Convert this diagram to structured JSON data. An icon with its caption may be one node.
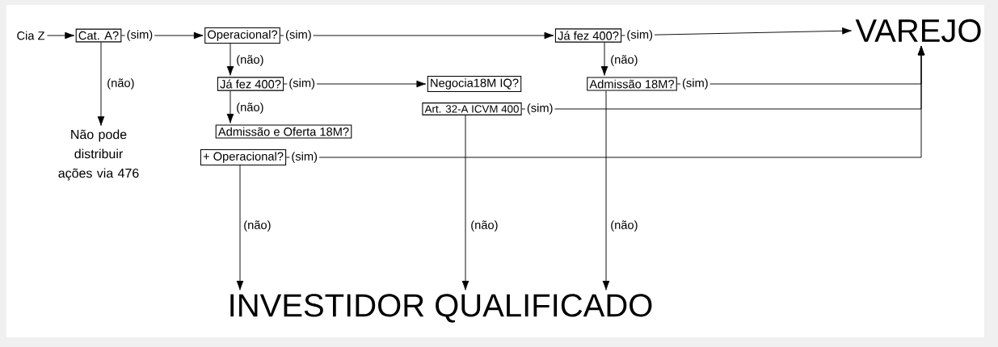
{
  "diagram": {
    "nodes": [
      {
        "text": [
          "Cia Z"
        ]
      },
      {
        "text": [
          "Cat. A?"
        ]
      },
      {
        "text": [
          "Operacional?"
        ]
      },
      {
        "text": [
          "Já fez 400?"
        ]
      },
      {
        "text": [
          "VAREJO"
        ]
      },
      {
        "text": [
          "Já fez 400?"
        ]
      },
      {
        "text": [
          "Negocia18M IQ?"
        ]
      },
      {
        "text": [
          "Admissão 18M?"
        ]
      },
      {
        "text": [
          "Art. 32-A ICVM 400"
        ]
      },
      {
        "text": [
          "Não pode distribuir ações via 476"
        ]
      },
      {
        "text": [
          "Admissão e Oferta 18M?"
        ]
      },
      {
        "text": [
          "+ Operacional?"
        ]
      },
      {
        "text": [
          "INVESTIDOR QUALIFICADO"
        ]
      }
    ],
    "edges": [
      {
        "from": 0,
        "to": 1,
        "arrow": "to"
      },
      {
        "from": 1,
        "to": 2,
        "arrow": "to",
        "label": "(sim)"
      },
      {
        "from": 2,
        "to": 3,
        "arrow": "to",
        "label": "(sim)"
      },
      {
        "from": 3,
        "to": 4,
        "arrow": "to",
        "label": "(sim)"
      },
      {
        "from": 2,
        "to": 5,
        "arrow": "to",
        "label": "(não)"
      },
      {
        "from": 5,
        "to": 6,
        "arrow": "to",
        "label": "(sim)"
      },
      {
        "from": 3,
        "to": 7,
        "arrow": "to",
        "label": "(não)"
      },
      {
        "from": 7,
        "to": 4,
        "arrow": "to",
        "label": "(sim)"
      },
      {
        "from": 8,
        "to": 4,
        "arrow": "to",
        "label": "(sim)"
      },
      {
        "from": 5,
        "to": 10,
        "arrow": "to",
        "label": "(não)"
      },
      {
        "from": 11,
        "to": 4,
        "arrow": "to",
        "label": "(sim)"
      },
      {
        "from": 1,
        "to": 9,
        "arrow": "to",
        "label": "(não)"
      },
      {
        "from": 11,
        "to": 12,
        "arrow": "to",
        "label": "(não)"
      },
      {
        "from": 8,
        "to": 12,
        "arrow": "to",
        "label": "(não)"
      },
      {
        "from": 7,
        "to": 12,
        "arrow": "to",
        "label": "(não)"
      }
    ]
  }
}
